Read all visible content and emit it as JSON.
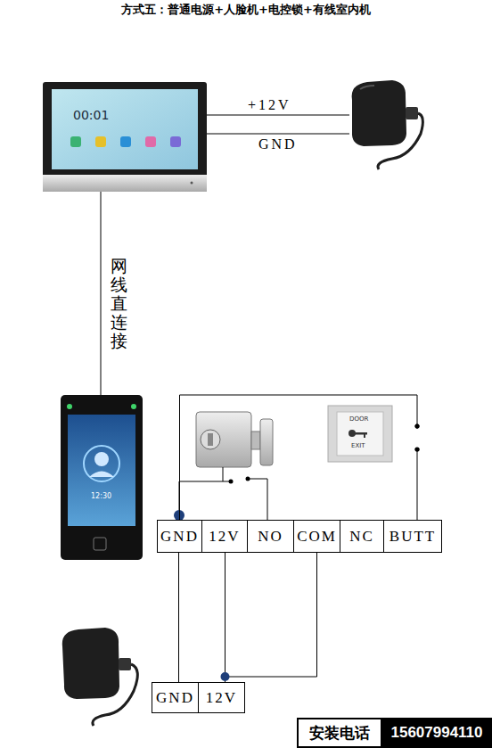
{
  "diagram": {
    "title": "方式五：普通电源+人脸机+电控锁+有线室内机",
    "nodes": [
      {
        "text": [
          "GND"
        ]
      },
      {
        "text": [
          "12V"
        ]
      },
      {
        "text": [
          "NO"
        ]
      },
      {
        "text": [
          "COM"
        ]
      },
      {
        "text": [
          "NC"
        ]
      },
      {
        "text": [
          "BUTT"
        ]
      },
      {
        "text": [
          "GND"
        ]
      },
      {
        "text": [
          "12V"
        ]
      },
      {
        "text": [
          "安装电话"
        ]
      },
      {
        "text": [
          "15607994110"
        ]
      }
    ],
    "edges": [
      {
        "from": 6,
        "to": 0,
        "arrow": "none"
      },
      {
        "from": 7,
        "to": 1,
        "arrow": "none"
      },
      {
        "from": 3,
        "to": 7,
        "arrow": "none"
      },
      {
        "from": 0,
        "to": 5,
        "arrow": "none"
      }
    ],
    "labels": [
      "+12V",
      "GND",
      "网线直连接",
      "00:01",
      "12:30",
      "DOOR",
      "EXIT"
    ]
  }
}
